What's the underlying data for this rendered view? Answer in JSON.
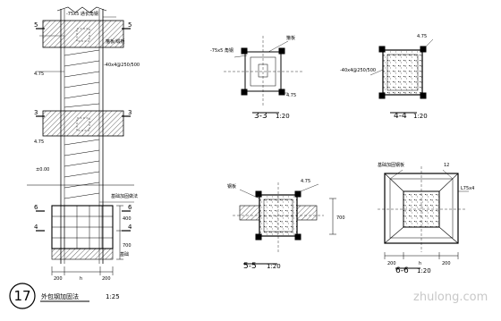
{
  "drawing": {
    "number": "17",
    "title": "外包钢加固法",
    "title_scale": "1:25",
    "elevation": {
      "note_top": "-75x5 通长角钢",
      "note_hoop_top": "箍板/缀板",
      "label_level1": "4.75",
      "note_angle": "-40x4@250/500",
      "label_mid": "4.75",
      "label_zero": "±0.00",
      "note_base": "基础加固做法",
      "note_pile": "基础",
      "dim_h_left": "200",
      "dim_h_mid": "h",
      "dim_h_right": "200",
      "dim_v_1": "400",
      "dim_v_2": "700",
      "mark_5_left": "5",
      "mark_5_right": "5",
      "mark_3_left": "3",
      "mark_3_right": "3",
      "mark_4_left": "4",
      "mark_4_right": "4",
      "mark_6_left": "6",
      "mark_6_right": "6"
    },
    "sections": [
      {
        "id": "s33",
        "label": "3-3",
        "scale": "1:20",
        "note1": "-75x5 角钢",
        "note2": "箍板",
        "note3": "4.75"
      },
      {
        "id": "s44",
        "label": "4-4",
        "scale": "1:20",
        "note1": "4.75",
        "note2": "-40x4@250/500"
      },
      {
        "id": "s55",
        "label": "5-5",
        "scale": "1:20",
        "note1": "钢板",
        "note2": "4.75",
        "note3": "700"
      },
      {
        "id": "s66",
        "label": "6-6",
        "scale": "1:20",
        "note1": "基础加固钢板",
        "note2": "12",
        "note3": "L75x4",
        "dim_left": "200",
        "dim_mid": "h",
        "dim_right": "200"
      }
    ],
    "watermark": "zhulong.com"
  }
}
